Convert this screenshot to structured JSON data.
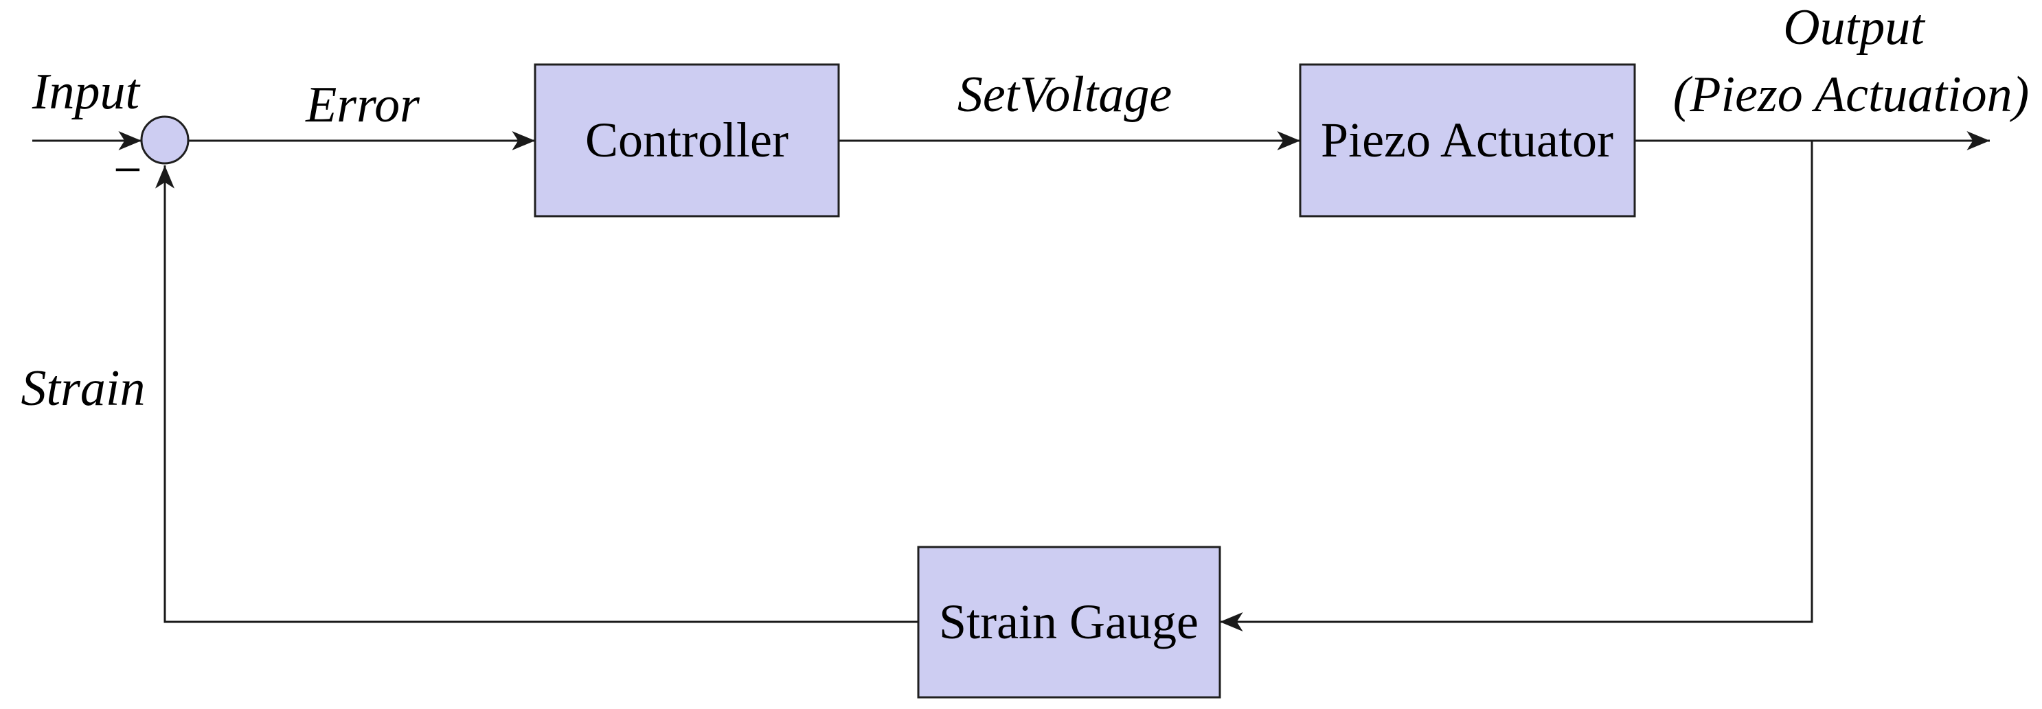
{
  "diagram": {
    "blocks": [
      {
        "name": "controller",
        "label": "Controller"
      },
      {
        "name": "piezo-actuator",
        "label": "Piezo Actuator"
      },
      {
        "name": "strain-gauge",
        "label": "Strain Gauge"
      }
    ],
    "junction": {
      "shape": "circle",
      "operation_sign": "−"
    },
    "labels": {
      "input": "Input",
      "error": "Error",
      "set_voltage": "SetVoltage",
      "output_line_1": "Output",
      "output_line_2": "(Piezo Actuation)",
      "strain": "Strain"
    },
    "colors": {
      "block_fill": "#cdcdf2",
      "block_border": "#1f1f1f",
      "wire": "#1a1a1a",
      "text": "#000000",
      "background": "#ffffff"
    }
  }
}
